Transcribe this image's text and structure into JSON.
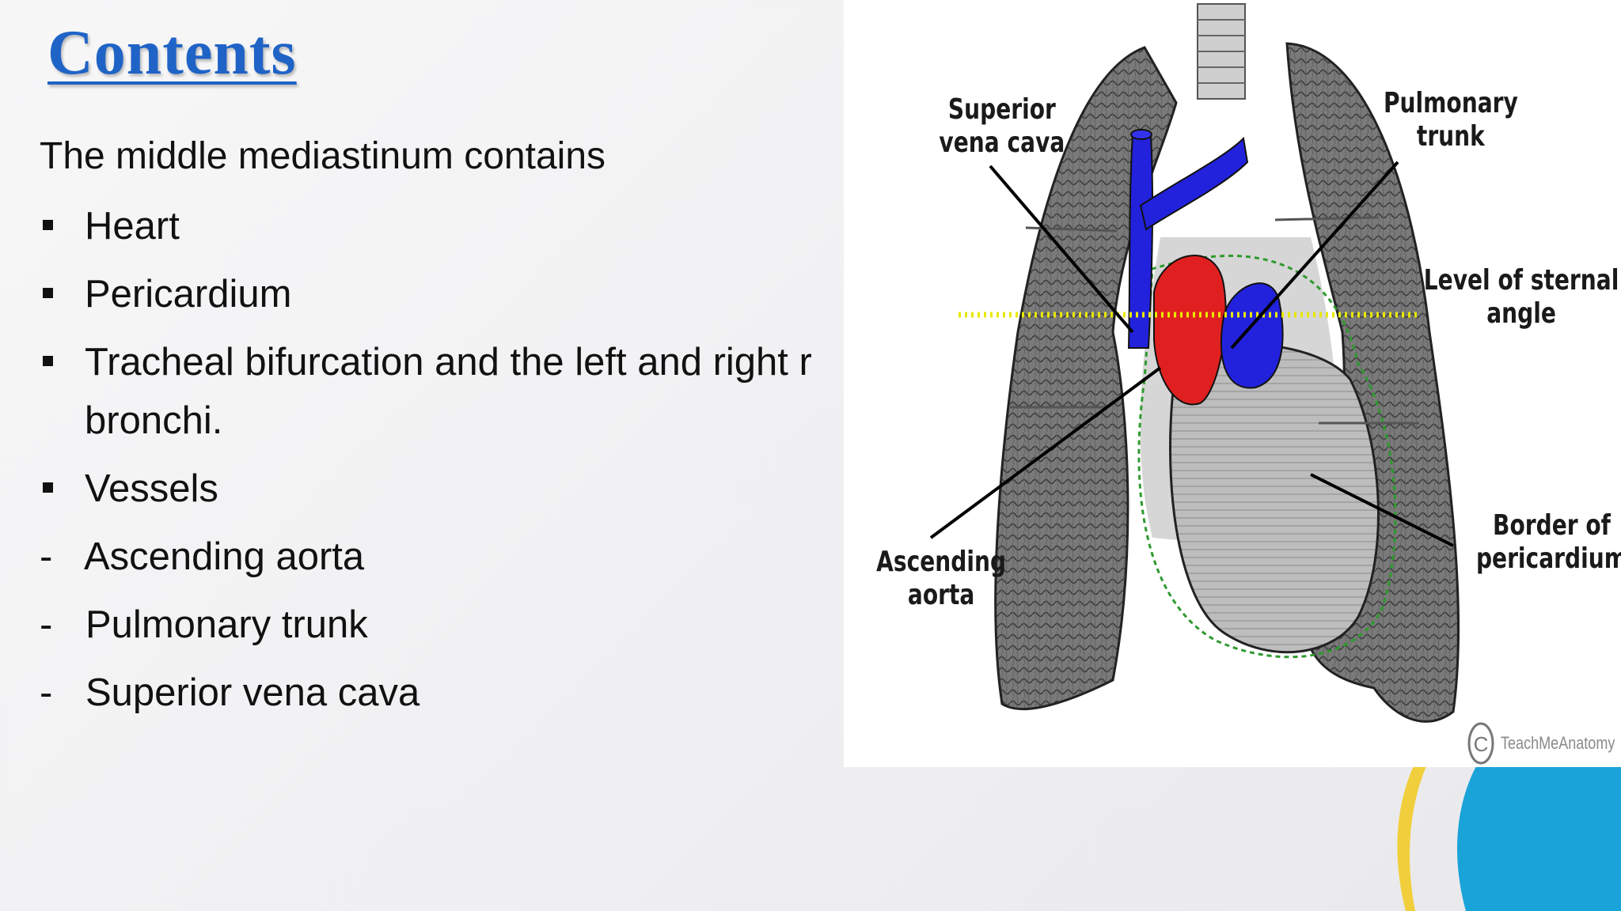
{
  "slide": {
    "title": "Contents",
    "intro": "The middle mediastinum contains",
    "items": [
      {
        "marker": "square",
        "text": "Heart"
      },
      {
        "marker": "square",
        "text": "Pericardium"
      },
      {
        "marker": "square",
        "text": "Tracheal bifurcation and the left and right r",
        "continuation": "bronchi."
      },
      {
        "marker": "square",
        "text": "Vessels"
      },
      {
        "marker": "dash",
        "text": "Ascending aorta"
      },
      {
        "marker": "dash",
        "text": "Pulmonary trunk"
      },
      {
        "marker": "dash",
        "text": "Superior vena cava"
      }
    ],
    "dash_char": "-"
  },
  "figure": {
    "labels": {
      "svc_1": "Superior",
      "svc_2": "vena cava",
      "pt_1": "Pulmonary",
      "pt_2": "trunk",
      "sa_1": "Level of sternal",
      "sa_2": "angle",
      "aa_1": "Ascending",
      "aa_2": "aorta",
      "bp_1": "Border of",
      "bp_2": "pericardium"
    },
    "watermark_symbol": "C",
    "watermark": "TeachMeAnatomy",
    "colors": {
      "aorta": "#e02020",
      "veins": "#2222dd",
      "sternal_line": "#e8e800"
    }
  },
  "theme": {
    "title_color": "#1f63c6",
    "accent_blue": "#1aa3d9",
    "accent_yellow": "#f1cf3c"
  }
}
